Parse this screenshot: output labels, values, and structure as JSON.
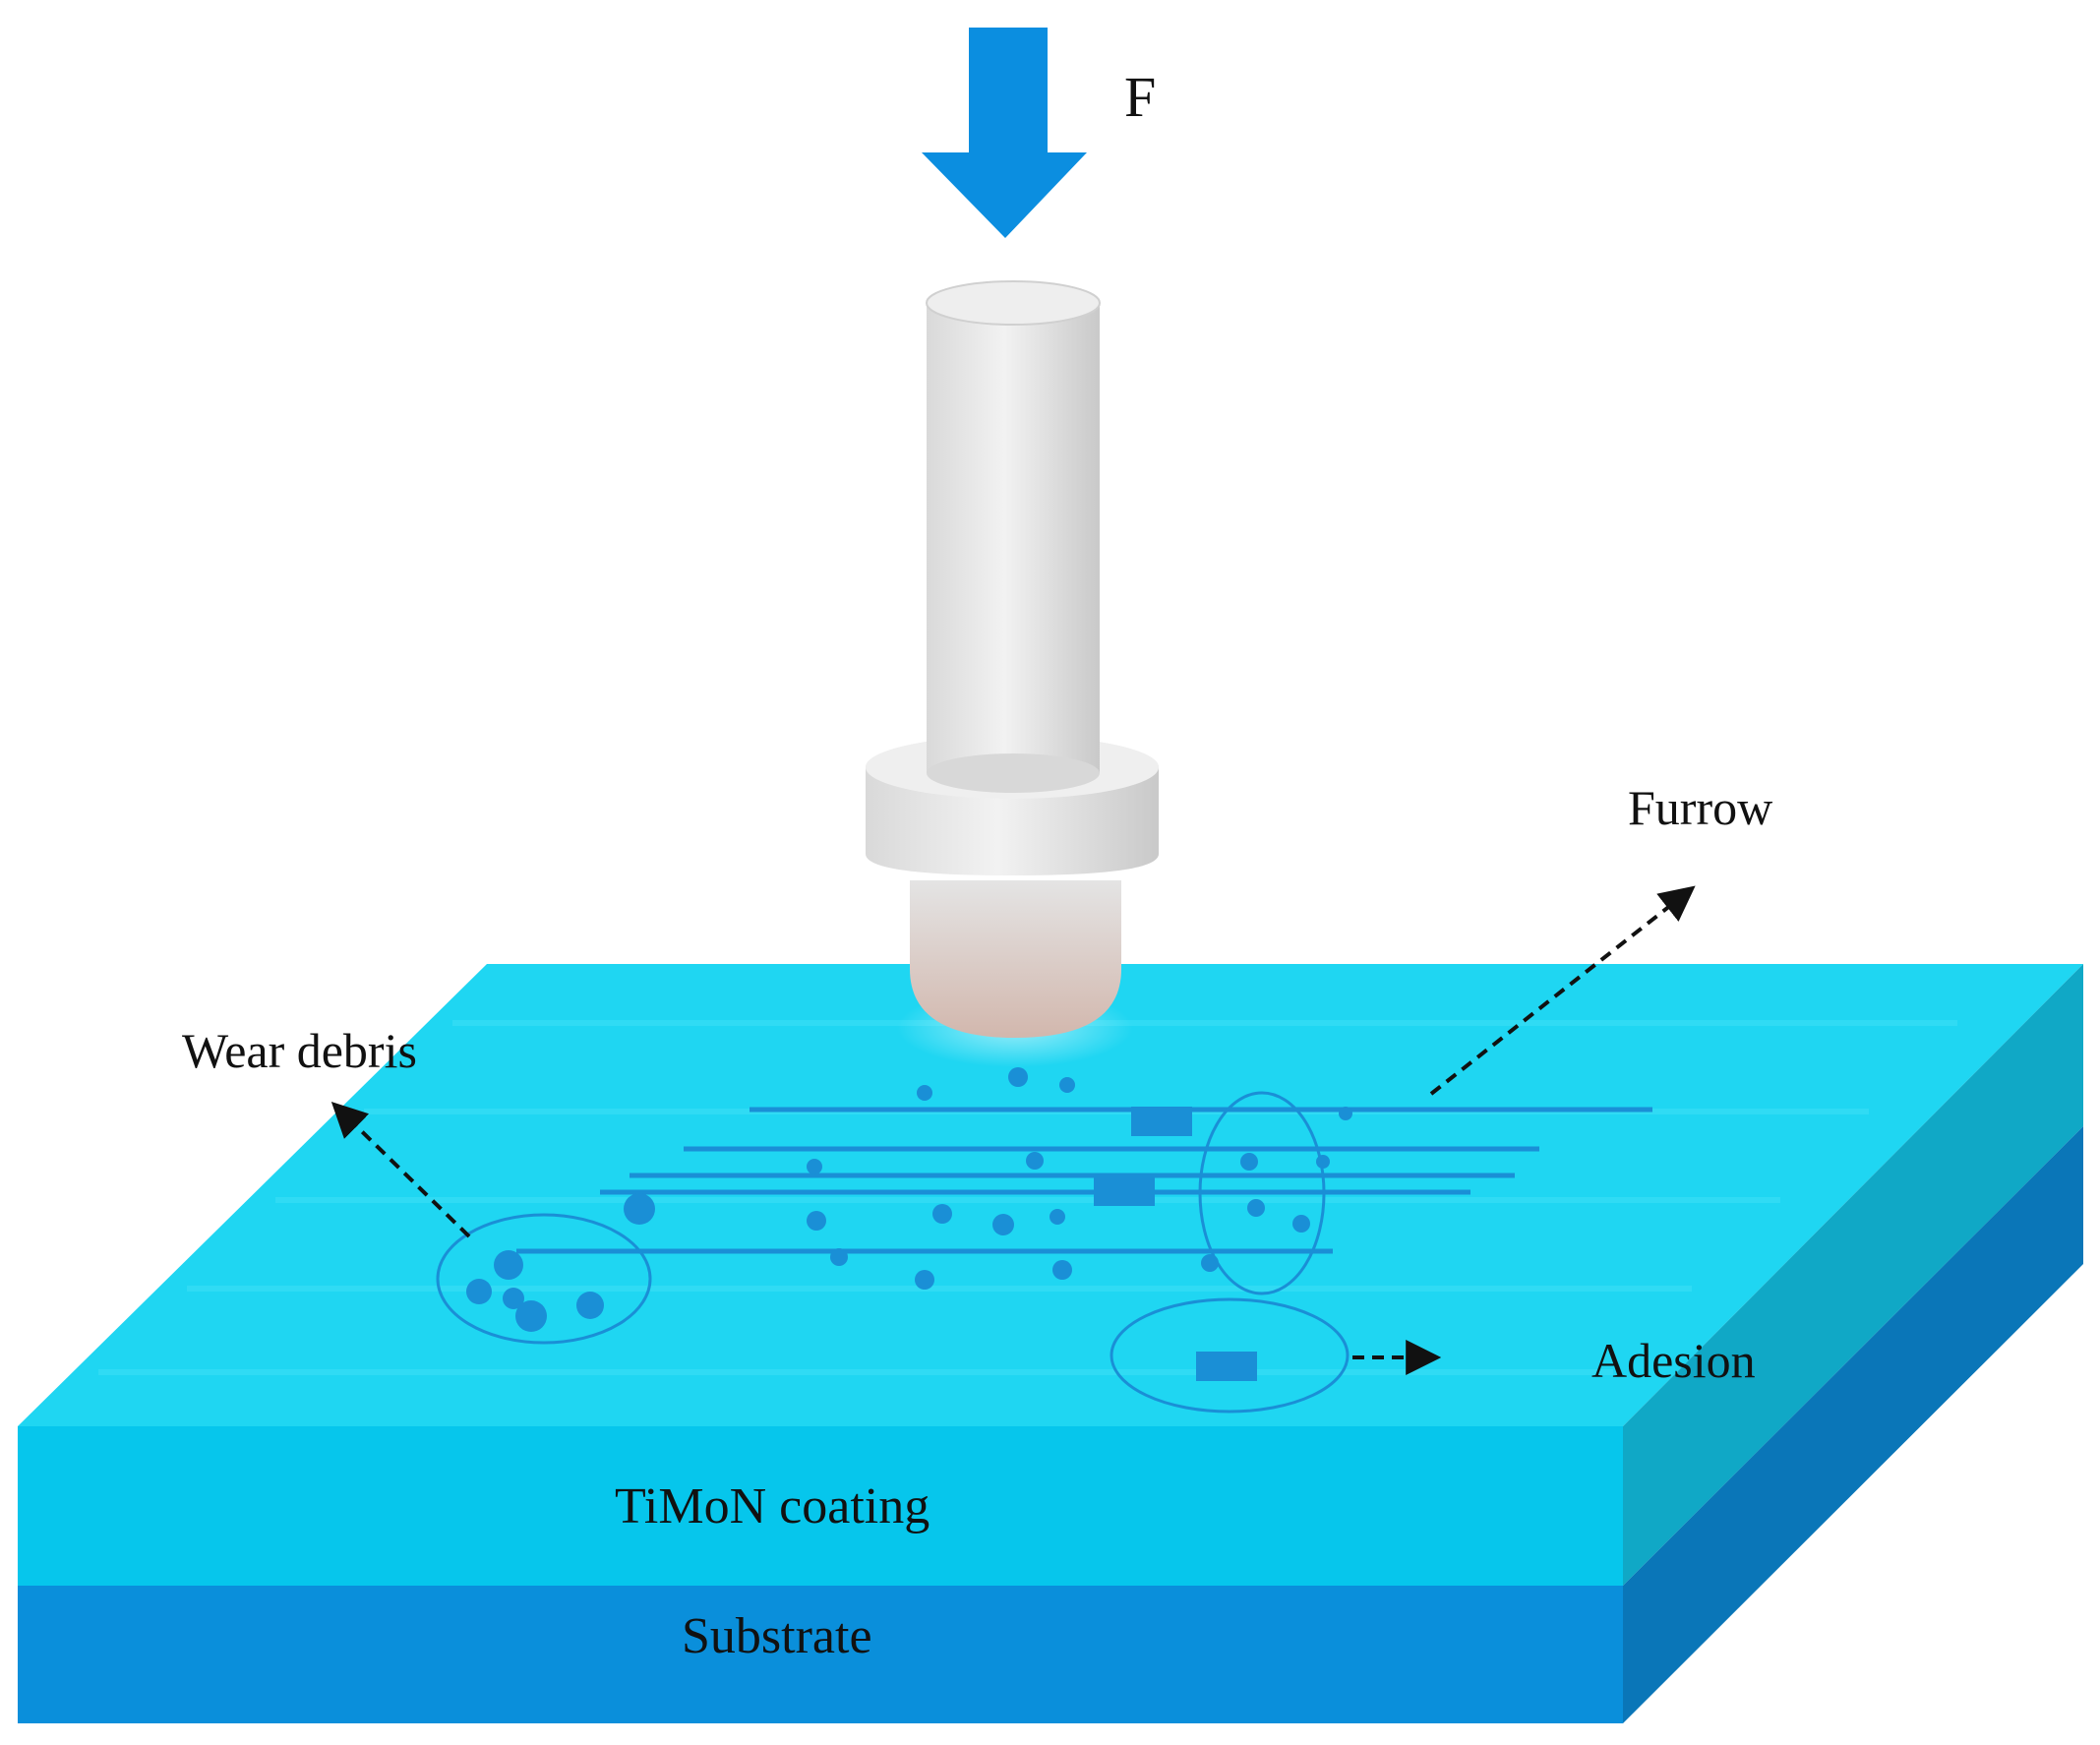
{
  "labels": {
    "force": "F",
    "furrow": "Furrow",
    "wear_debris": "Wear debris",
    "adhesion": "Adesion",
    "coating": "TiMoN coating",
    "substrate": "Substrate"
  },
  "colors": {
    "arrow": "#0b8ee0",
    "coating_top": "#1fd6f2",
    "coating_front": "#06c6ec",
    "coating_side": "#10a8c6",
    "substrate_front": "#0a8fdb",
    "substrate_side": "#0a76b8",
    "marks": "#1a8fd6",
    "pin": "#e6e6e6"
  },
  "icons": {
    "force_arrow": "down-arrow-icon",
    "pin": "cylindrical-pin-icon"
  }
}
